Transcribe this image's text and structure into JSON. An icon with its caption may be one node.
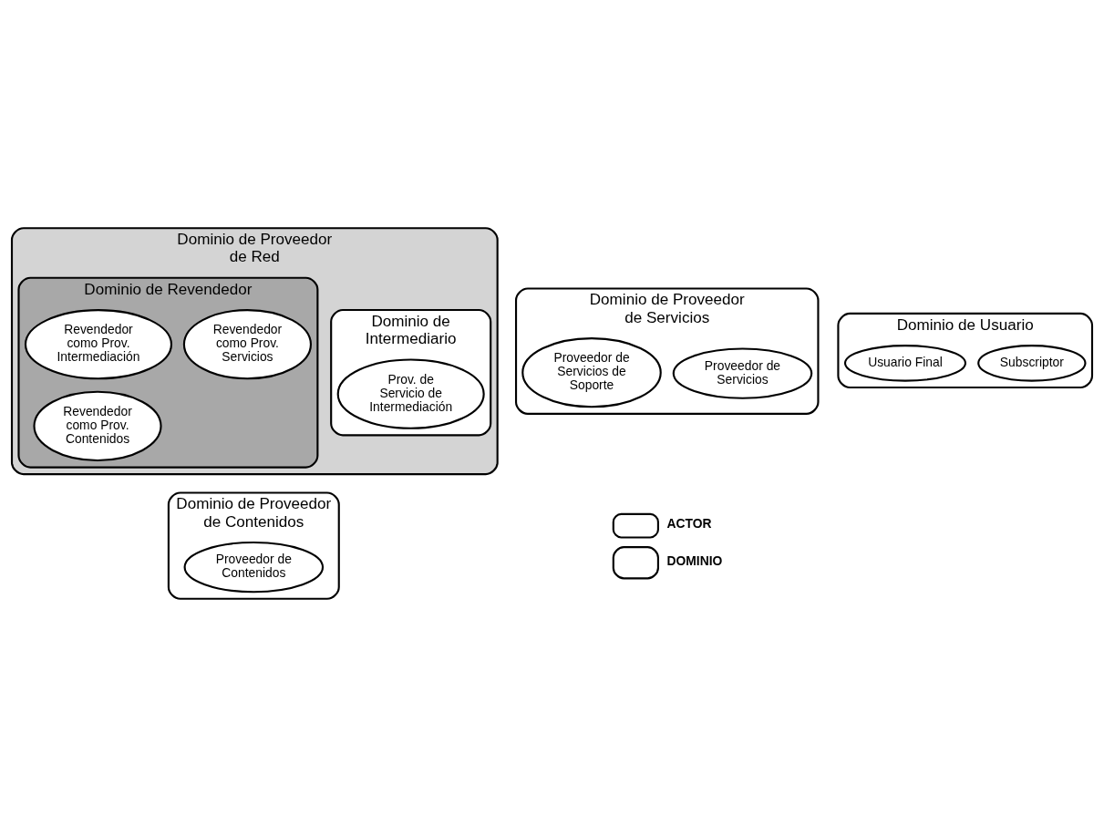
{
  "diagram": {
    "nodes": [
      {
        "text": [
          "Dominio de Usuario"
        ]
      },
      {
        "text": [
          "Usuario Final"
        ],
        "in": 0
      },
      {
        "text": [
          "Subscriptor"
        ],
        "in": 0
      },
      {
        "text": [
          "Dominio de Proveedor de Red"
        ]
      },
      {
        "text": [
          "Dominio de Intermediario"
        ],
        "in": 3
      },
      {
        "text": [
          "Prov. de Servicio de Intermediación"
        ],
        "in": 4
      },
      {
        "text": [
          "Dominio de Revendedor"
        ],
        "in": 3
      },
      {
        "text": [
          "Revendedor como Prov. Servicios"
        ],
        "in": 6
      },
      {
        "text": [
          "Revendedor como Prov. Intermediación"
        ],
        "in": 6
      },
      {
        "text": [
          "Revendedor como Prov. Contenidos"
        ],
        "in": 6
      },
      {
        "text": [
          "Dominio de Proveedor de Servicios"
        ]
      },
      {
        "text": [
          "Proveedor de Servicios de Soporte"
        ],
        "in": 10
      },
      {
        "text": [
          "Proveedor de Servicios"
        ],
        "in": 10
      },
      {
        "text": [
          "Dominio de Proveedor de Contenidos"
        ]
      },
      {
        "text": [
          "Proveedor de Contenidos"
        ],
        "in": 13
      }
    ],
    "edges": [],
    "legend": [
      {
        "text": "ACTOR"
      },
      {
        "text": "DOMINIO"
      }
    ]
  }
}
